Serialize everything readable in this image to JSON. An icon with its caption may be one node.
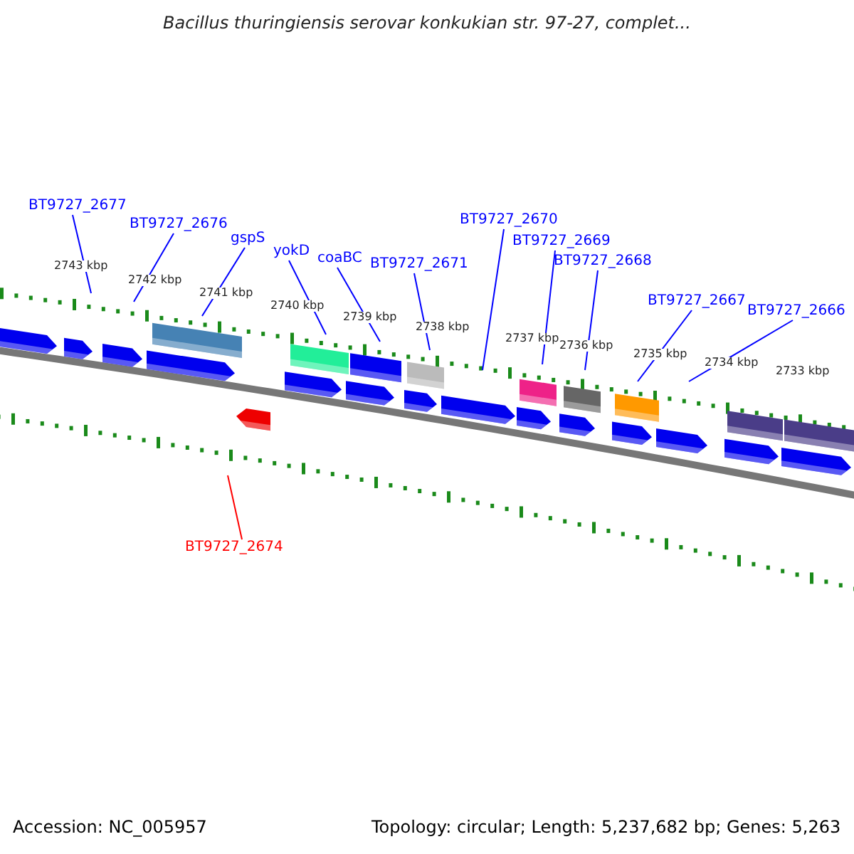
{
  "diagram": {
    "title": "Bacillus thuringiensis serovar konkukian str. 97-27, complet...",
    "nodes": [
      {
        "text": [
          "BT9727_2677"
        ]
      },
      {
        "text": [
          "BT9727_2676"
        ]
      },
      {
        "text": [
          "gspS"
        ]
      },
      {
        "text": [
          "yokD"
        ]
      },
      {
        "text": [
          "coaBC"
        ]
      },
      {
        "text": [
          "BT9727_2671"
        ]
      },
      {
        "text": [
          "BT9727_2670"
        ]
      },
      {
        "text": [
          "BT9727_2669"
        ]
      },
      {
        "text": [
          "BT9727_2668"
        ]
      },
      {
        "text": [
          "BT9727_2667"
        ]
      },
      {
        "text": [
          "BT9727_2666"
        ]
      },
      {
        "text": [
          "BT9727_2674"
        ]
      }
    ],
    "edges": [
      {
        "from": 0,
        "to": null,
        "arrow": "none"
      },
      {
        "from": 1,
        "to": null,
        "arrow": "none"
      },
      {
        "from": 2,
        "to": null,
        "arrow": "none"
      },
      {
        "from": 3,
        "to": null,
        "arrow": "none"
      },
      {
        "from": 4,
        "to": null,
        "arrow": "none"
      },
      {
        "from": 5,
        "to": null,
        "arrow": "none"
      },
      {
        "from": 6,
        "to": null,
        "arrow": "none"
      },
      {
        "from": 7,
        "to": null,
        "arrow": "none"
      },
      {
        "from": 8,
        "to": null,
        "arrow": "none"
      },
      {
        "from": 9,
        "to": null,
        "arrow": "none"
      },
      {
        "from": 10,
        "to": null,
        "arrow": "none"
      },
      {
        "from": 11,
        "to": null,
        "arrow": "none",
        "color": "#ff0000"
      }
    ],
    "labels": [
      "2743 kbp",
      "2742 kbp",
      "2741 kbp",
      "2740 kbp",
      "2739 kbp",
      "2738 kbp",
      "2737 kbp",
      "2736 kbp",
      "2735 kbp",
      "2734 kbp",
      "2733 kbp",
      "Accession: NC_005957",
      "Topology: circular; Length: 5,237,682 bp; Genes: 5,263"
    ]
  }
}
